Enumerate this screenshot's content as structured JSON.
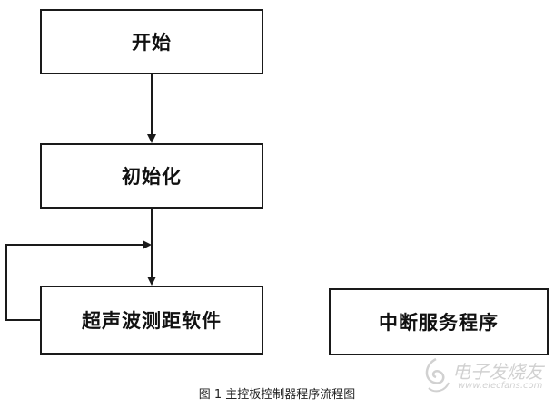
{
  "nodes": {
    "start": "开始",
    "init": "初始化",
    "ultrasonic": "超声波测距软件",
    "interrupt": "中断服务程序"
  },
  "caption": "图 1 主控板控制器程序流程图",
  "watermark": {
    "name": "电子发烧友",
    "url": "www.elecfans.com"
  },
  "colors": {
    "line": "#1a1a1a",
    "watermark": "#9a9a9a"
  }
}
